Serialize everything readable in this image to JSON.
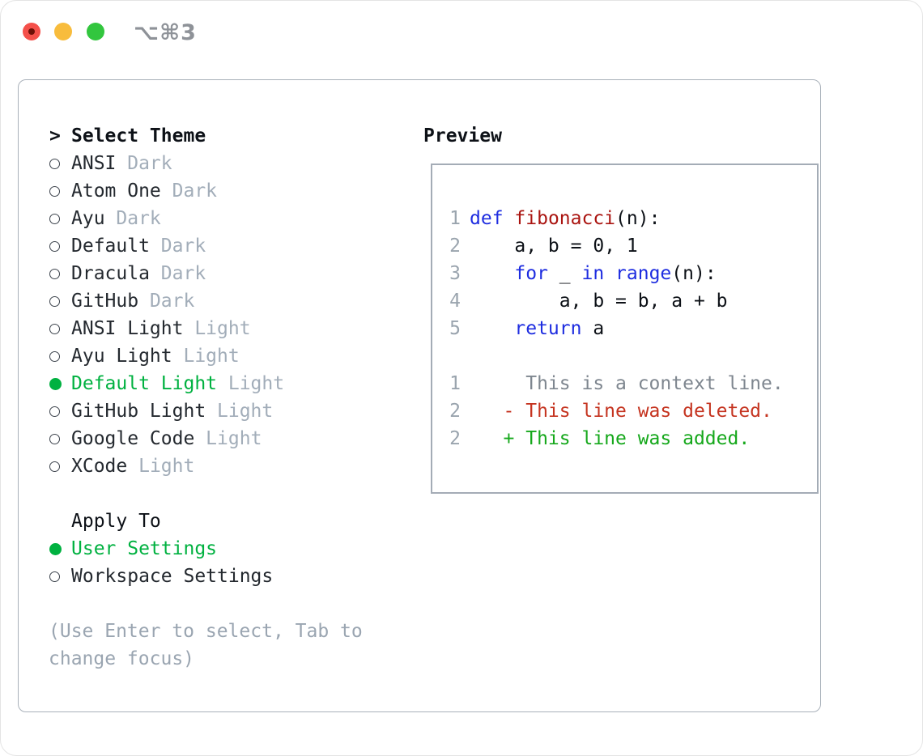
{
  "window": {
    "title": "⌥⌘3"
  },
  "colors": {
    "selected_green": "#00b140",
    "diff_added_green": "#16a81c",
    "diff_deleted_red": "#c53420",
    "keyword_blue": "#1e2de0",
    "function_red": "#aa1410",
    "muted_gray": "#a2adb9",
    "hint_gray": "#9aa5b1"
  },
  "traffic_lights": [
    "close",
    "minimize",
    "zoom"
  ],
  "theme_selector": {
    "prompt": ">",
    "title": "Select Theme",
    "items": [
      {
        "name": "ANSI",
        "variant": "Dark",
        "selected": false
      },
      {
        "name": "Atom One",
        "variant": "Dark",
        "selected": false
      },
      {
        "name": "Ayu",
        "variant": "Dark",
        "selected": false
      },
      {
        "name": "Default",
        "variant": "Dark",
        "selected": false
      },
      {
        "name": "Dracula",
        "variant": "Dark",
        "selected": false
      },
      {
        "name": "GitHub",
        "variant": "Dark",
        "selected": false
      },
      {
        "name": "ANSI Light",
        "variant": "Light",
        "selected": false
      },
      {
        "name": "Ayu Light",
        "variant": "Light",
        "selected": false
      },
      {
        "name": "Default Light",
        "variant": "Light",
        "selected": true
      },
      {
        "name": "GitHub Light",
        "variant": "Light",
        "selected": false
      },
      {
        "name": "Google Code",
        "variant": "Light",
        "selected": false
      },
      {
        "name": "XCode",
        "variant": "Light",
        "selected": false
      }
    ],
    "apply_to": {
      "title": "Apply To",
      "options": [
        {
          "name": "User Settings",
          "selected": true
        },
        {
          "name": "Workspace Settings",
          "selected": false
        }
      ]
    },
    "hint_lines": [
      "(Use Enter to select, Tab to",
      "change focus)"
    ]
  },
  "preview": {
    "title": "Preview",
    "lines": [
      {
        "num": "1",
        "tokens": [
          {
            "text": "def",
            "style": "kw"
          },
          {
            "text": " ",
            "style": "code"
          },
          {
            "text": "fibonacci",
            "style": "fn"
          },
          {
            "text": "(n):",
            "style": "code"
          }
        ]
      },
      {
        "num": "2",
        "tokens": [
          {
            "text": "    a, b = 0, 1",
            "style": "code"
          }
        ]
      },
      {
        "num": "3",
        "tokens": [
          {
            "text": "    ",
            "style": "code"
          },
          {
            "text": "for",
            "style": "kw"
          },
          {
            "text": " _ ",
            "style": "code"
          },
          {
            "text": "in",
            "style": "kw"
          },
          {
            "text": " ",
            "style": "code"
          },
          {
            "text": "range",
            "style": "kw"
          },
          {
            "text": "(n):",
            "style": "code"
          }
        ]
      },
      {
        "num": "4",
        "tokens": [
          {
            "text": "        a, b = b, a + b",
            "style": "code"
          }
        ]
      },
      {
        "num": "5",
        "tokens": [
          {
            "text": "    ",
            "style": "code"
          },
          {
            "text": "return",
            "style": "kw"
          },
          {
            "text": " a",
            "style": "code"
          }
        ]
      },
      {
        "num": "",
        "tokens": []
      },
      {
        "num": "1",
        "tokens": [
          {
            "text": "     This is a context line.",
            "style": "ctx"
          }
        ]
      },
      {
        "num": "2",
        "tokens": [
          {
            "text": "   - This line was deleted.",
            "style": "del"
          }
        ]
      },
      {
        "num": "2",
        "tokens": [
          {
            "text": "   + This line was added.",
            "style": "add"
          }
        ]
      }
    ]
  }
}
